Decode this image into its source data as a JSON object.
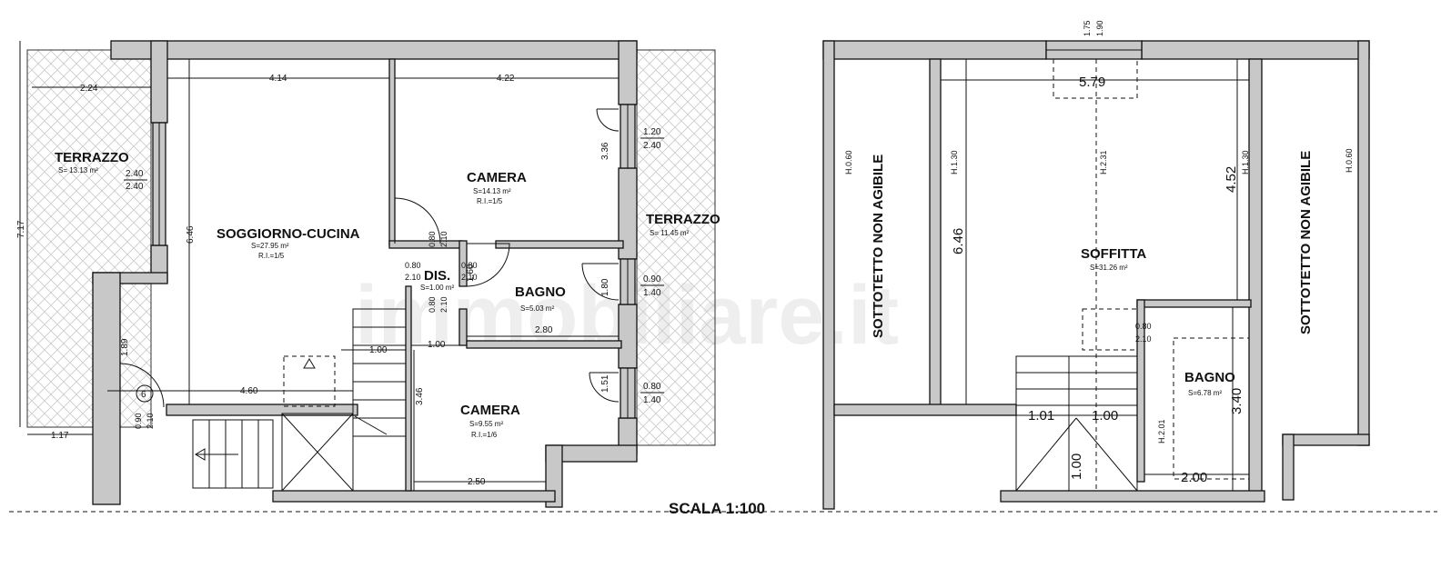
{
  "scale": "SCALA 1:100",
  "watermark": "immobiliare.it",
  "floor1": {
    "terrazzo_left": {
      "name": "TERRAZZO",
      "area": "S= 13.13 m²"
    },
    "terrazzo_right": {
      "name": "TERRAZZO",
      "area": "S= 11.45 m²"
    },
    "soggiorno": {
      "name": "SOGGIORNO-CUCINA",
      "area": "S=27.95 m²",
      "ri": "R.I.=1/5"
    },
    "camera_top": {
      "name": "CAMERA",
      "area": "S=14.13 m²",
      "ri": "R.I.=1/5"
    },
    "camera_bottom": {
      "name": "CAMERA",
      "area": "S=9.55 m²",
      "ri": "R.I.=1/6"
    },
    "bagno": {
      "name": "BAGNO",
      "area": "S=5.03 m²"
    },
    "dis": {
      "name": "DIS.",
      "area": "S=1.00 m²"
    },
    "stair_number": "6",
    "dims": {
      "d224": "2.24",
      "d414": "4.14",
      "d422": "4.22",
      "d717": "7.17",
      "d646": "6.46",
      "d189": "1.89",
      "d460": "4.60",
      "d117": "1.17",
      "d100a": "1.00",
      "d100b": "1.00",
      "d280": "2.80",
      "d346": "3.46",
      "d250": "2.50",
      "d336": "3.36",
      "d160": "1.60",
      "d151": "1.51",
      "d180": "1.80"
    },
    "openings": {
      "w_left_a": "2.40",
      "w_left_b": "2.40",
      "w_cam_a": "1.20",
      "w_cam_b": "2.40",
      "w_bag_a": "0.90",
      "w_bag_b": "1.40",
      "w_cam2_a": "0.80",
      "w_cam2_b": "1.40",
      "door_a1": "0.80",
      "door_a2": "2.10",
      "door_b1": "0.80",
      "door_b2": "2.10",
      "door_c1": "0.80",
      "door_c2": "2.10",
      "door_d1": "0.80",
      "door_d2": "2.10",
      "door_e1": "0.90",
      "door_e2": "2.10"
    }
  },
  "floor2": {
    "sottotetto_left": "SOTTOTETTO NON AGIBILE",
    "sottotetto_right": "SOTTOTETTO NON AGIBILE",
    "soffitta": {
      "name": "SOFFITTA",
      "area": "S=31.26 m²"
    },
    "bagno": {
      "name": "BAGNO",
      "area": "S=6.78 m²"
    },
    "heights": {
      "h060a": "H.0.60",
      "h130a": "H.1.30",
      "h231": "H.2.31",
      "h130b": "H.1.30",
      "h060b": "H.0.60",
      "h201": "H.2.01"
    },
    "dims": {
      "d579": "5.79",
      "d646": "6.46",
      "d452": "4.52",
      "d101": "1.01",
      "d100a": "1.00",
      "d100b": "1.00",
      "d200": "2.00",
      "d340": "3.40",
      "d175": "1.75",
      "d190": "1.90"
    },
    "openings": {
      "door1": "0.80",
      "door2": "2.10"
    }
  }
}
